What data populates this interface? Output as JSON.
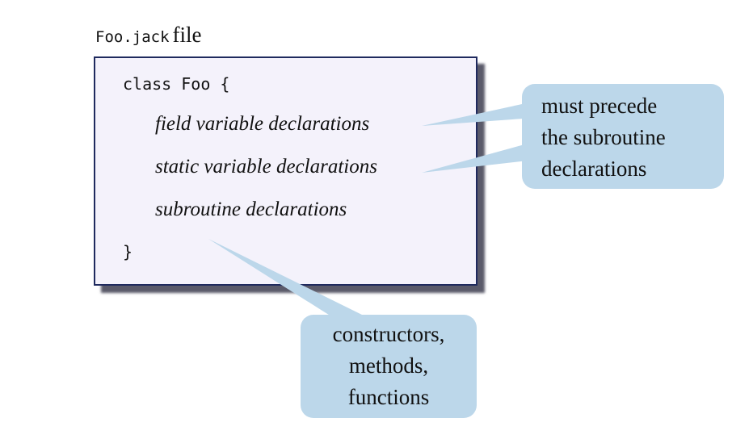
{
  "file_label": {
    "filename": "Foo.jack",
    "word": "file"
  },
  "code": {
    "open_line": "class Foo {",
    "field_decl": "field variable declarations",
    "static_decl": "static variable declarations",
    "subroutine_decl": "subroutine declarations",
    "close_line": "}"
  },
  "callouts": {
    "precede": [
      "must precede",
      "the subroutine",
      "declarations"
    ],
    "subroutines": [
      "constructors,",
      "methods,",
      "functions"
    ]
  },
  "colors": {
    "box_fill": "#f4f2fb",
    "box_border": "#1f2a5e",
    "callout_fill": "#bcd7ea"
  }
}
